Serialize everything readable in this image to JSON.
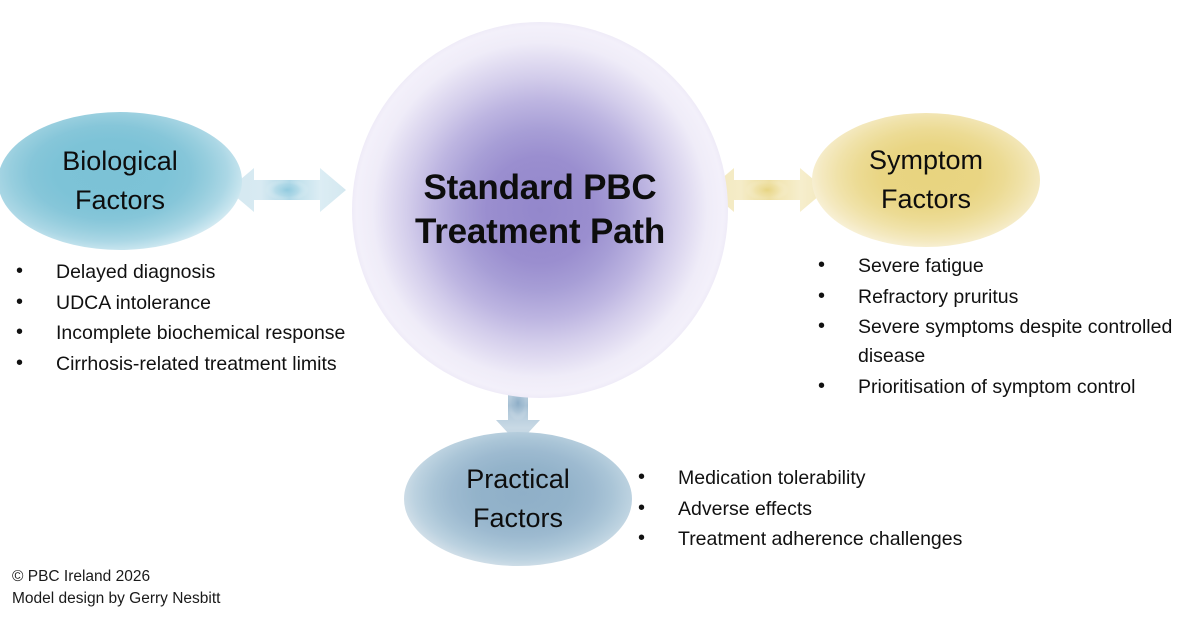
{
  "diagram": {
    "hub": {
      "title_line1": "Standard PBC",
      "title_line2": "Treatment Path",
      "color": "#9387cb"
    },
    "nodes": [
      {
        "id": "biological",
        "label_line1": "Biological",
        "label_line2": "Factors",
        "color": "#7cc2d6",
        "bullets": [
          "Delayed diagnosis",
          "UDCA intolerance",
          "Incomplete biochemical response",
          "Cirrhosis-related treatment limits"
        ]
      },
      {
        "id": "symptom",
        "label_line1": "Symptom",
        "label_line2": "Factors",
        "color": "#e8d47f",
        "bullets": [
          "Severe fatigue",
          "Refractory pruritus",
          "Severe symptoms despite controlled disease",
          "Prioritisation of symptom control"
        ]
      },
      {
        "id": "practical",
        "label_line1": "Practical",
        "label_line2": "Factors",
        "color": "#8fafc8",
        "bullets": [
          "Medication tolerability",
          "Adverse effects",
          "Treatment adherence challenges"
        ]
      }
    ],
    "connectors": [
      {
        "id": "left",
        "direction": "horizontal-double",
        "color": "#cfe6ef"
      },
      {
        "id": "right",
        "direction": "horizontal-double",
        "color": "#f3e9bf"
      },
      {
        "id": "down",
        "direction": "vertical-double",
        "color": "#b8cbdb"
      }
    ],
    "footer": {
      "line1": "© PBC Ireland 2026",
      "line2": "Model design by Gerry Nesbitt"
    }
  }
}
